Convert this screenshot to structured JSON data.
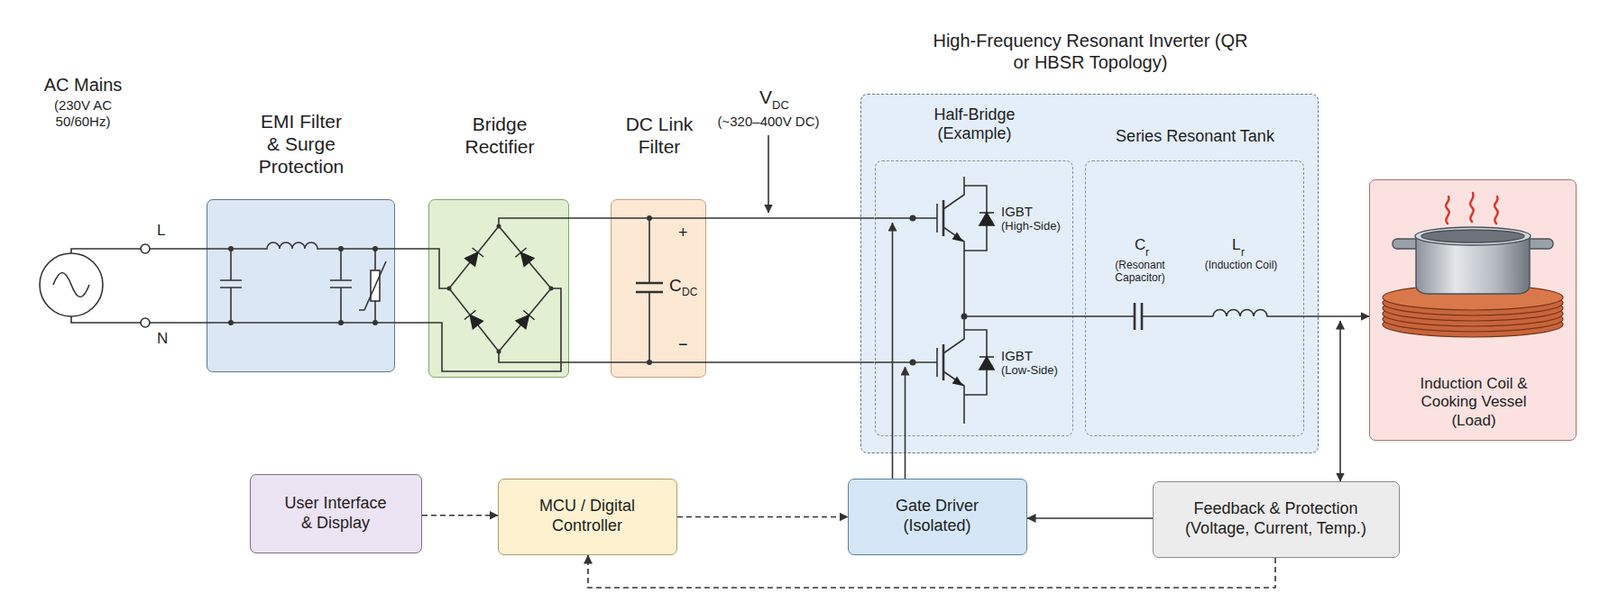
{
  "diagram": {
    "nodes": [
      {
        "text": [
          "AC Mains",
          "(230V AC 50/60Hz)"
        ]
      },
      {
        "text": [
          "EMI Filter & Surge Protection"
        ]
      },
      {
        "text": [
          "Bridge Rectifier"
        ]
      },
      {
        "text": [
          "DC Link Filter"
        ]
      },
      {
        "text": [
          "High-Frequency Resonant Inverter (QR or HBSR Topology)"
        ]
      },
      {
        "text": [
          "Half-Bridge (Example)"
        ],
        "in": 4
      },
      {
        "text": [
          "Series Resonant Tank"
        ],
        "in": 4
      },
      {
        "text": [
          "Induction Coil & Cooking Vessel (Load)"
        ]
      },
      {
        "text": [
          "User Interface & Display"
        ]
      },
      {
        "text": [
          "MCU / Digital Controller"
        ]
      },
      {
        "text": [
          "Gate Driver (Isolated)"
        ]
      },
      {
        "text": [
          "Feedback & Protection (Voltage, Current, Temp.)"
        ]
      }
    ],
    "edges": [
      {
        "from": 0,
        "to": 1,
        "arrow": "none"
      },
      {
        "from": 1,
        "to": 2,
        "arrow": "none"
      },
      {
        "from": 2,
        "to": 3,
        "arrow": "none"
      },
      {
        "from": 3,
        "to": 5,
        "arrow": "none"
      },
      {
        "from": 6,
        "to": 7,
        "arrow": "to"
      },
      {
        "from": 8,
        "to": 9,
        "arrow": "to"
      },
      {
        "from": 9,
        "to": 10,
        "arrow": "to"
      },
      {
        "from": 10,
        "to": 5,
        "arrow": "to"
      },
      {
        "from": 11,
        "to": 10,
        "arrow": "to"
      },
      {
        "from": 11,
        "to": 9,
        "arrow": "to"
      },
      {
        "from": 11,
        "to": 7,
        "arrow": "both"
      }
    ],
    "labels": [
      "L",
      "N",
      "V",
      "DC",
      "(~320–400V DC)",
      "+",
      "−",
      "C",
      "DC",
      "IGBT",
      "(High-Side)",
      "IGBT",
      "(Low-Side)",
      "C",
      "r",
      "(Resonant Capacitor)",
      "L",
      "r",
      "(Induction Coil)"
    ]
  }
}
